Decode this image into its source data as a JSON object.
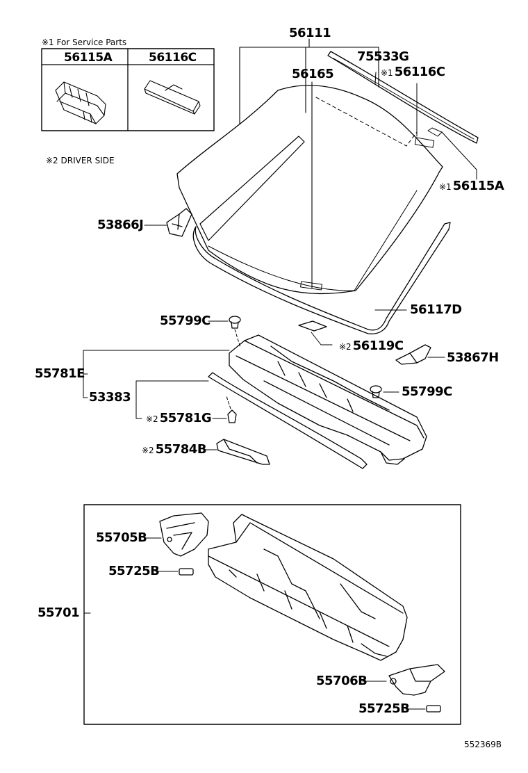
{
  "legend": {
    "service_note": "※1 For Service Parts",
    "driver_note": "※2 DRIVER SIDE",
    "box_headers": [
      "56115A",
      "56116C"
    ]
  },
  "marks": {
    "m1": "※1",
    "m2": "※2"
  },
  "parts": {
    "p56111": "56111",
    "p75533G": "75533G",
    "p56116C": "56116C",
    "p56165": "56165",
    "p56115A": "56115A",
    "p53866J": "53866J",
    "p56117D": "56117D",
    "p55799C_a": "55799C",
    "p56119C": "56119C",
    "p53867H": "53867H",
    "p55781E": "55781E",
    "p53383": "53383",
    "p55799C_b": "55799C",
    "p55781G": "55781G",
    "p55784B": "55784B",
    "p55705B": "55705B",
    "p55725B_a": "55725B",
    "p55701": "55701",
    "p55706B": "55706B",
    "p55725B_b": "55725B"
  },
  "diagram_code": "552369B"
}
